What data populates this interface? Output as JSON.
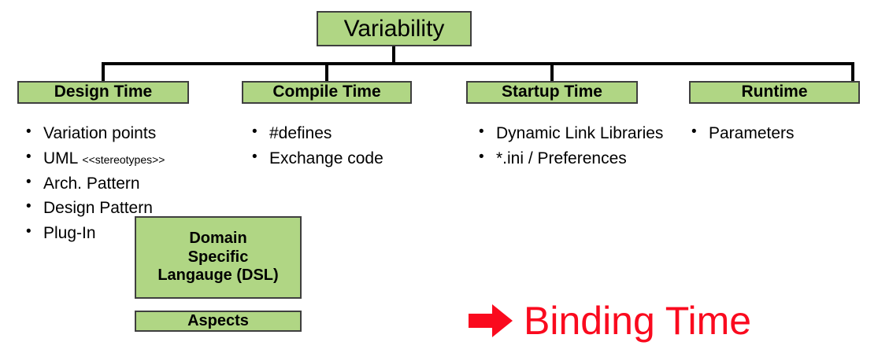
{
  "diagram": {
    "root": {
      "label": "Variability"
    },
    "categories": [
      {
        "label": "Design Time"
      },
      {
        "label": "Compile Time"
      },
      {
        "label": "Startup Time"
      },
      {
        "label": "Runtime"
      }
    ],
    "lists": {
      "design_time": [
        {
          "text": "Variation points",
          "suffix": ""
        },
        {
          "text": "UML ",
          "suffix": "<<stereotypes>>"
        },
        {
          "text": "Arch. Pattern",
          "suffix": ""
        },
        {
          "text": "Design Pattern",
          "suffix": ""
        },
        {
          "text": "Plug-In",
          "suffix": ""
        }
      ],
      "compile_time": [
        {
          "text": "#defines",
          "suffix": ""
        },
        {
          "text": "Exchange code",
          "suffix": ""
        }
      ],
      "startup_time": [
        {
          "text": "Dynamic Link Libraries",
          "suffix": ""
        },
        {
          "text": "*.ini / Preferences",
          "suffix": ""
        }
      ],
      "runtime": [
        {
          "text": "Parameters",
          "suffix": ""
        }
      ]
    },
    "extra_boxes": [
      {
        "label": "Domain Specific Langauge (DSL)",
        "line1": "Domain",
        "line2": "Specific",
        "line3": "Langauge (DSL)"
      },
      {
        "label": "Aspects"
      }
    ],
    "callout": {
      "arrow_icon": "right-arrow-icon",
      "label": "Binding Time"
    },
    "bullet_glyph": "•",
    "colors": {
      "box_fill": "#b0d684",
      "box_border": "#3f3f3f",
      "connector": "#000000",
      "callout": "#fa0a1e",
      "text": "#000000",
      "background": "#ffffff"
    }
  }
}
